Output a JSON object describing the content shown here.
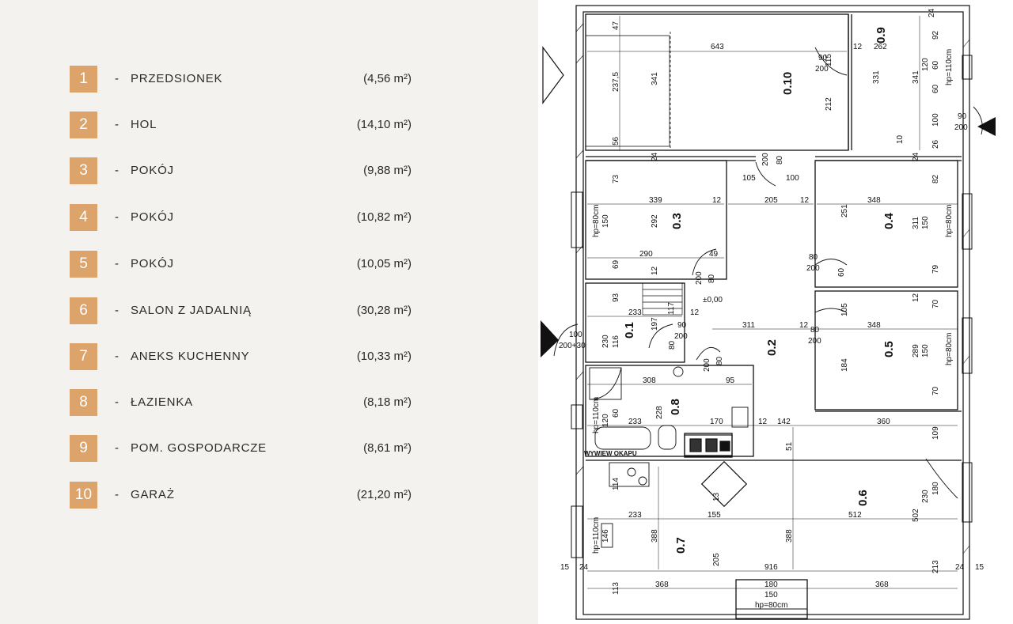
{
  "legend": {
    "items": [
      {
        "num": "1",
        "name": "PRZEDSIONEK",
        "area": "(4,56 m²)"
      },
      {
        "num": "2",
        "name": "HOL",
        "area": "(14,10 m²)"
      },
      {
        "num": "3",
        "name": "POKÓJ",
        "area": "(9,88 m²)"
      },
      {
        "num": "4",
        "name": "POKÓJ",
        "area": "(10,82 m²)"
      },
      {
        "num": "5",
        "name": "POKÓJ",
        "area": "(10,05 m²)"
      },
      {
        "num": "6",
        "name": "SALON Z JADALNIĄ",
        "area": "(30,28 m²)"
      },
      {
        "num": "7",
        "name": "ANEKS KUCHENNY",
        "area": "(10,33 m²)"
      },
      {
        "num": "8",
        "name": "ŁAZIENKA",
        "area": "(8,18 m²)"
      },
      {
        "num": "9",
        "name": "POM. GOSPODARCZE",
        "area": "(8,61 m²)"
      },
      {
        "num": "10",
        "name": "GARAŻ",
        "area": "(21,20 m²)"
      }
    ],
    "dash": "-"
  },
  "plan": {
    "rooms": {
      "r1": "0.1",
      "r2": "0.2",
      "r3": "0.3",
      "r4": "0.4",
      "r5": "0.5",
      "r6": "0.6",
      "r7": "0.7",
      "r8": "0.8",
      "r9": "0.9",
      "r10": "0.10"
    },
    "dims": {
      "d643": "643",
      "d262": "262",
      "d47": "47",
      "d115": "115",
      "d12a": "12",
      "d92": "92",
      "d2375": "237,5",
      "d341a": "341",
      "d212": "212",
      "d331": "331",
      "d341b": "341",
      "d120": "120",
      "d60a": "60",
      "d60b": "60",
      "d100": "100",
      "d10": "10",
      "d24a": "24",
      "d56": "56",
      "d24b": "24",
      "d26": "26",
      "d9200a": "90",
      "d9200b": "200",
      "d9200c": "90",
      "d9200d": "200",
      "d80200a": "80",
      "d80200b": "200",
      "d73": "73",
      "d339": "339",
      "d12b": "12",
      "d105a": "105",
      "d100b": "100",
      "d205": "205",
      "d12c": "12",
      "d348a": "348",
      "d82": "82",
      "d292": "292",
      "d150a": "150",
      "d251": "251",
      "d311": "311",
      "d150b": "150",
      "d290": "290",
      "d49": "49",
      "d69": "69",
      "d12d": "12",
      "d79": "79",
      "d60c": "60",
      "d8020a": "80",
      "d8020b": "200",
      "d8020c": "80",
      "d8020d": "200",
      "d93": "93",
      "d233a": "233",
      "d117": "117",
      "d12e": "12",
      "d000": "±0,00",
      "d311b": "311",
      "d12f": "12",
      "d348b": "348",
      "d105b": "105",
      "d70a": "70",
      "d116": "116",
      "d230": "230",
      "d197": "197",
      "d9020a": "90",
      "d9020b": "200",
      "d8020e": "80",
      "d8020f": "200",
      "d8020g": "80",
      "d8020h": "200",
      "d184": "184",
      "d289": "289",
      "d150c": "150",
      "d70b": "70",
      "d100c": "100",
      "d200c": "200+30",
      "d308": "308",
      "d95": "95",
      "d228": "228",
      "d60d": "60",
      "d233b": "233",
      "d170": "170",
      "d12g": "12",
      "d142": "142",
      "d360": "360",
      "d109": "109",
      "d51": "51",
      "d114": "114",
      "d233c": "233",
      "d155": "155",
      "d512": "512",
      "d502": "502",
      "d230b": "230",
      "d180a": "180",
      "d388a": "388",
      "d388b": "388",
      "d146": "146",
      "d205b": "205",
      "d15a": "15",
      "d24c": "24",
      "d916": "916",
      "d213": "213",
      "d24d": "24",
      "d15b": "15",
      "d113": "113",
      "d368a": "368",
      "d180b": "180",
      "d150d": "150",
      "d368b": "368",
      "d13": "13",
      "d12h": "12",
      "d24e": "24"
    },
    "hp": {
      "hp1": "hp=110cm",
      "hp2": "hp=80cm",
      "hp3": "hp=80cm",
      "hp4": "hp=80cm",
      "hp5": "hp=110cm",
      "hp6": "hp=110cm",
      "hp7": "hp=80cm"
    },
    "wywiew": "WYWIEW OKAPU"
  }
}
